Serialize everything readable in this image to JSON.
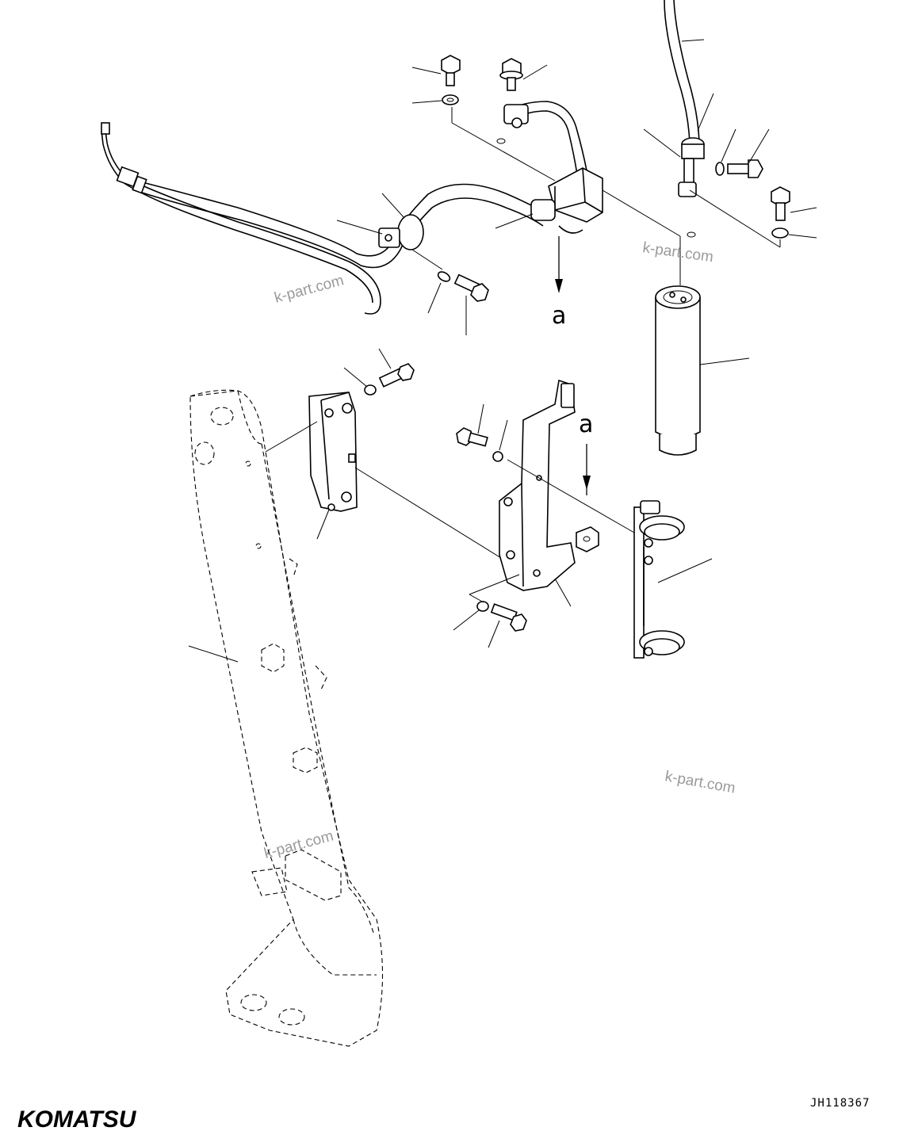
{
  "diagram": {
    "view_marker_top": "a",
    "view_marker_right": "a",
    "drawing_code": "JH118367",
    "brand": "KOMATSU",
    "watermark": "k-part.com",
    "icons": [
      "bolt-icon",
      "washer-icon",
      "hose-clamp-icon",
      "receiver-drier-icon",
      "bracket-icon",
      "frame-icon"
    ]
  }
}
